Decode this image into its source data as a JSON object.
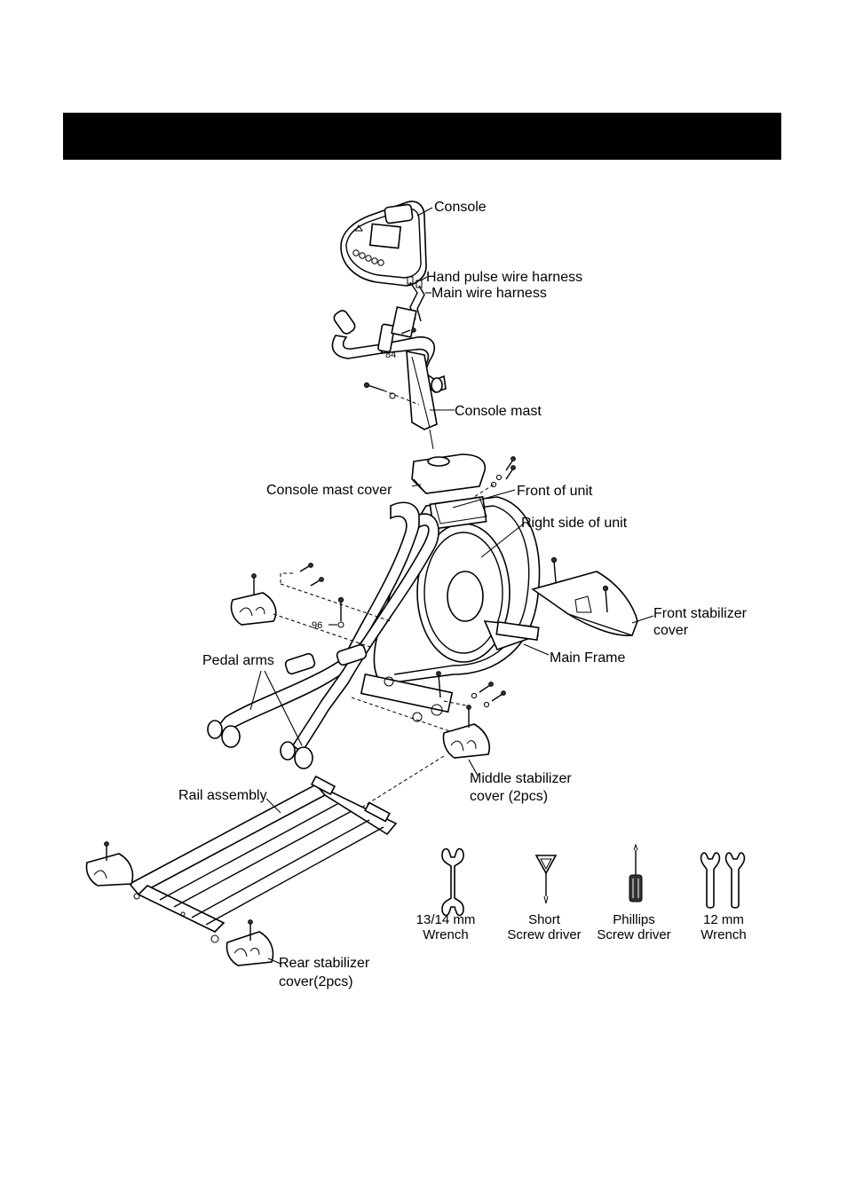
{
  "header": {
    "title": ""
  },
  "callouts": {
    "console": "Console",
    "hand_pulse_wire": "Hand pulse wire harness",
    "main_wire": "Main wire harness",
    "console_mast": "Console mast",
    "console_mast_cover": "Console mast cover",
    "front_of_unit": "Front of unit",
    "right_side_of_unit": "Right side of unit",
    "front_stabilizer_cover_1": "Front stabilizer",
    "front_stabilizer_cover_2": "cover",
    "main_frame": "Main Frame",
    "pedal_arms": "Pedal arms",
    "middle_stabilizer_cover_1": "Middle stabilizer",
    "middle_stabilizer_cover_2": "cover (2pcs)",
    "rail_assembly": "Rail assembly",
    "rear_stabilizer_cover_1": "Rear stabilizer",
    "rear_stabilizer_cover_2": "cover(2pcs)"
  },
  "part_numbers": {
    "p84": "84",
    "p96": "96"
  },
  "tools": [
    {
      "line1": "13/14 mm",
      "line2": "Wrench",
      "icon": "double-open-wrench-icon"
    },
    {
      "line1": "Short",
      "line2": "Screw driver",
      "icon": "hex-key-icon"
    },
    {
      "line1": "Phillips",
      "line2": "Screw driver",
      "icon": "phillips-screwdriver-icon"
    },
    {
      "line1": "12 mm",
      "line2": "Wrench",
      "icon": "open-wrench-pair-icon"
    }
  ]
}
